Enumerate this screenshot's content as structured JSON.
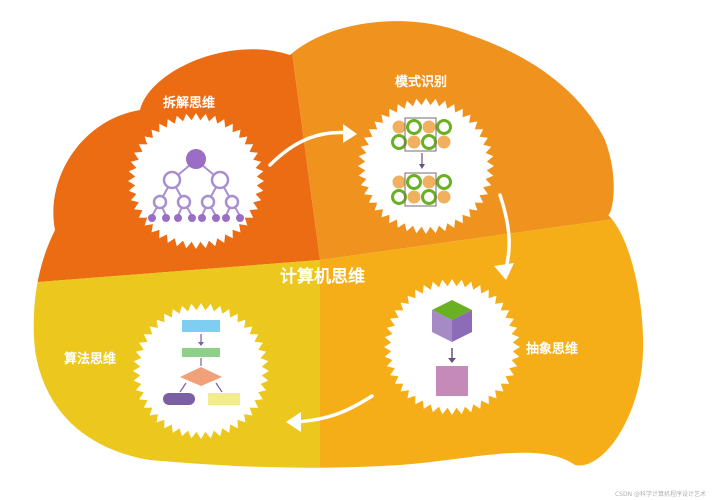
{
  "center_title": "计算机思维",
  "quadrants": {
    "decomposition": {
      "label": "拆解思维",
      "color": "#ec6c14"
    },
    "pattern": {
      "label": "模式识别",
      "color": "#f0921e"
    },
    "abstraction": {
      "label": "抽象思维",
      "color": "#f5ae18"
    },
    "algorithm": {
      "label": "算法思维",
      "color": "#ecc71e"
    }
  },
  "icons": {
    "tree_node_color": "#9b6dc4",
    "circle_green": "#6ab023",
    "circle_orange": "#f0b060",
    "cube_top": "#6ab023",
    "cube_left": "#a58ac6",
    "cube_right": "#8c6cb8",
    "square_color": "#c58ab8",
    "flow_rect1": "#7fcdf0",
    "flow_rect2": "#8ed08a",
    "flow_diamond": "#f0a17a",
    "flow_oval": "#7a5fa3",
    "flow_rect3": "#f3ec8e"
  },
  "watermark": "CSDN @科学计算机程序设计艺术"
}
